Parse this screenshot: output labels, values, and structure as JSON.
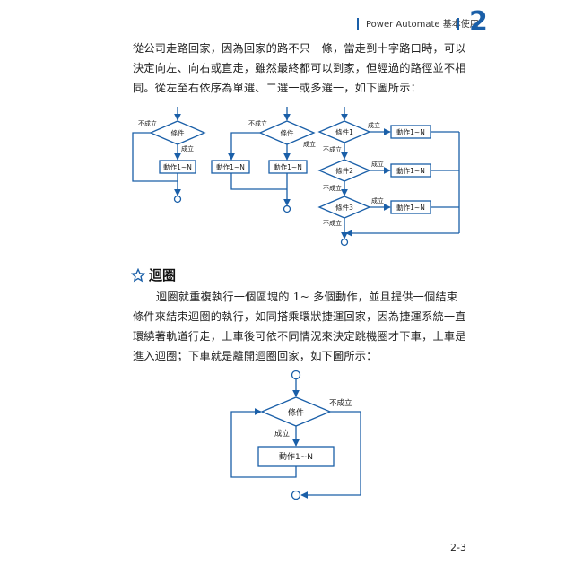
{
  "header": {
    "title": "Power Automate 基本使用",
    "chapter": "2"
  },
  "paragraph1": "從公司走路回家，因為回家的路不只一條，當走到十字路口時，可以決定向左、向右或直走，雖然最終都可以到家，但經過的路徑並不相同。從左至右依序為單選、二選一或多選一，如下圖所示：",
  "section": {
    "icon": "star-icon",
    "title": "迴圈"
  },
  "paragraph2": "迴圈就重複執行一個區塊的 1~ 多個動作，並且提供一個結束條件來結束迴圈的執行，如同搭乘環狀捷運回家，因為捷運系統一直環繞著軌道行走，上車後可依不同情況來決定跳機圈才下車，上車是進入迴圈；下車就是離開迴圈回家，如下圖所示：",
  "diagram1": {
    "condition": "條件",
    "no": "不成立",
    "yes": "成立",
    "action": "動作1~N"
  },
  "diagram2": {
    "condition": "條件",
    "no": "不成立",
    "yes": "成立",
    "action_left": "動作1~N",
    "action_right": "動作1~N"
  },
  "diagram3": {
    "condition1": "條件1",
    "condition2": "條件2",
    "condition3": "條件3",
    "yes1": "成立",
    "yes2": "成立",
    "yes3": "成立",
    "no1": "不成立",
    "no2": "不成立",
    "no3": "不成立",
    "action1": "動作1~N",
    "action2": "動作1~N",
    "action3": "動作1~N"
  },
  "diagram4": {
    "condition": "條件",
    "no": "不成立",
    "yes": "成立",
    "action": "動作1~N"
  },
  "footer": {
    "page": "2-3"
  },
  "colors": {
    "accent": "#1a5fa8"
  }
}
